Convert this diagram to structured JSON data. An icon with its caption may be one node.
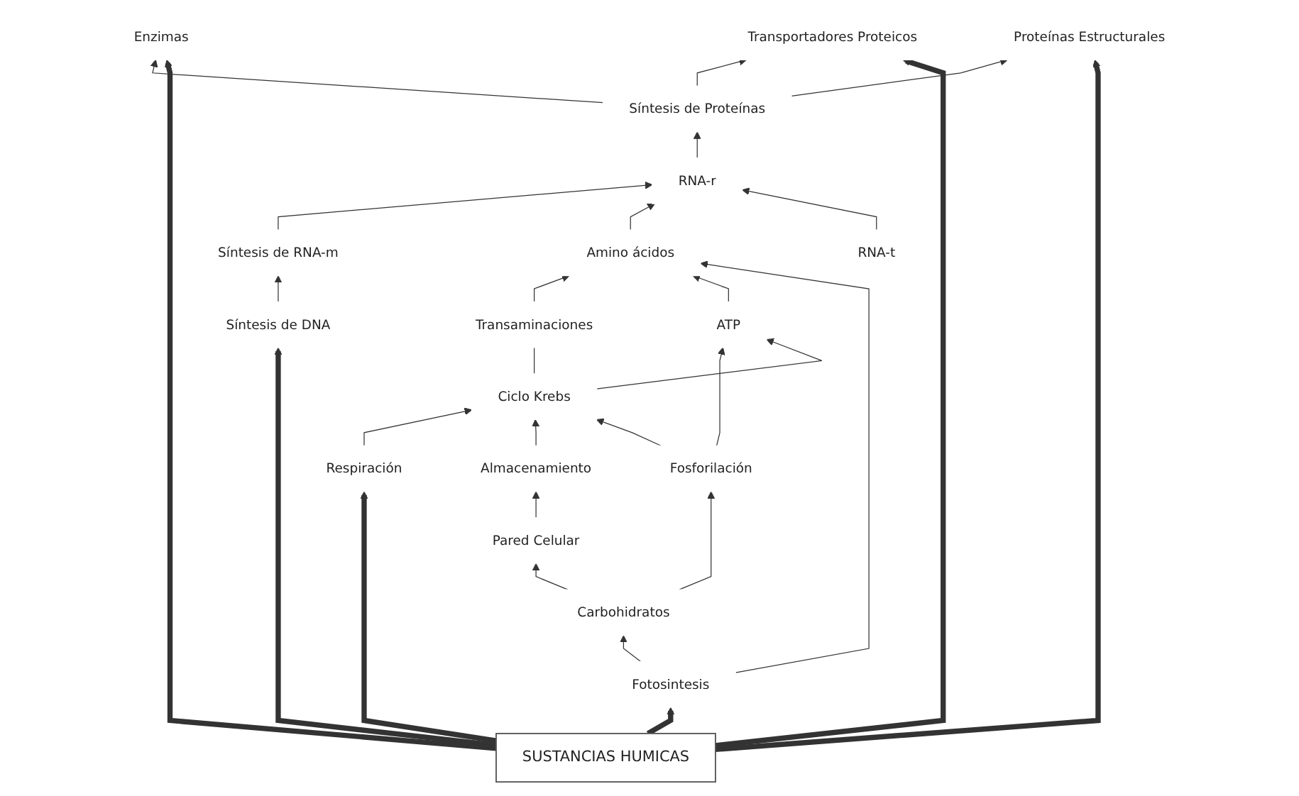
{
  "diagram": {
    "nodes": [
      {
        "text": [
          "Respiración"
        ]
      },
      {
        "text": [
          "Almacenamiento"
        ]
      },
      {
        "text": [
          "Pared Celular"
        ]
      },
      {
        "text": [
          "Fosforilación"
        ]
      },
      {
        "text": [
          "Carbohidratos"
        ]
      },
      {
        "text": [
          "Ciclo Krebs"
        ]
      },
      {
        "text": [
          "ATP"
        ]
      },
      {
        "text": [
          "Transaminaciones"
        ]
      },
      {
        "text": [
          "Fotosintesis"
        ]
      },
      {
        "text": [
          "Amino ácidos"
        ]
      },
      {
        "text": [
          "Síntesis de DNA"
        ]
      },
      {
        "text": [
          "Síntesis de RNA-m"
        ]
      },
      {
        "text": [
          "RNA-t"
        ]
      },
      {
        "text": [
          "RNA-r"
        ]
      },
      {
        "text": [
          "Síntesis de Proteínas"
        ]
      },
      {
        "text": [
          "Enzimas"
        ]
      },
      {
        "text": [
          "Transportadores Proteicos"
        ]
      },
      {
        "text": [
          "Proteínas Estructurales"
        ]
      },
      {
        "text": [
          "SUSTANCIAS HUMICAS"
        ]
      }
    ],
    "edges": [
      {
        "from": 0,
        "to": 5,
        "arrow": "to"
      },
      {
        "from": 1,
        "to": 5,
        "arrow": "to"
      },
      {
        "from": 3,
        "to": 5,
        "arrow": "to"
      },
      {
        "from": 2,
        "to": 1,
        "arrow": "to"
      },
      {
        "from": 4,
        "to": 3,
        "arrow": "to"
      },
      {
        "from": 4,
        "to": 2,
        "arrow": "to"
      },
      {
        "from": 3,
        "to": 6,
        "arrow": "to"
      },
      {
        "from": 5,
        "to": 6,
        "arrow": "to"
      },
      {
        "from": 5,
        "to": 7,
        "arrow": "none"
      },
      {
        "from": 7,
        "to": 9,
        "arrow": "to"
      },
      {
        "from": 6,
        "to": 9,
        "arrow": "to"
      },
      {
        "from": 8,
        "to": 4,
        "arrow": "to"
      },
      {
        "from": 8,
        "to": 9,
        "arrow": "to"
      },
      {
        "from": 10,
        "to": 11,
        "arrow": "to"
      },
      {
        "from": 11,
        "to": 13,
        "arrow": "to"
      },
      {
        "from": 9,
        "to": 13,
        "arrow": "to"
      },
      {
        "from": 12,
        "to": 13,
        "arrow": "to"
      },
      {
        "from": 13,
        "to": 14,
        "arrow": "to"
      },
      {
        "from": 14,
        "to": 15,
        "arrow": "to"
      },
      {
        "from": 14,
        "to": 16,
        "arrow": "to"
      },
      {
        "from": 14,
        "to": 17,
        "arrow": "to"
      },
      {
        "from": 18,
        "to": 0,
        "arrow": "to",
        "style": "thick"
      },
      {
        "from": 18,
        "to": 10,
        "arrow": "to",
        "style": "thick"
      },
      {
        "from": 18,
        "to": 15,
        "arrow": "to",
        "style": "thick"
      },
      {
        "from": 18,
        "to": 16,
        "arrow": "to",
        "style": "thick"
      },
      {
        "from": 18,
        "to": 17,
        "arrow": "to",
        "style": "thick"
      },
      {
        "from": 18,
        "to": 8,
        "arrow": "to",
        "style": "thick"
      }
    ]
  }
}
